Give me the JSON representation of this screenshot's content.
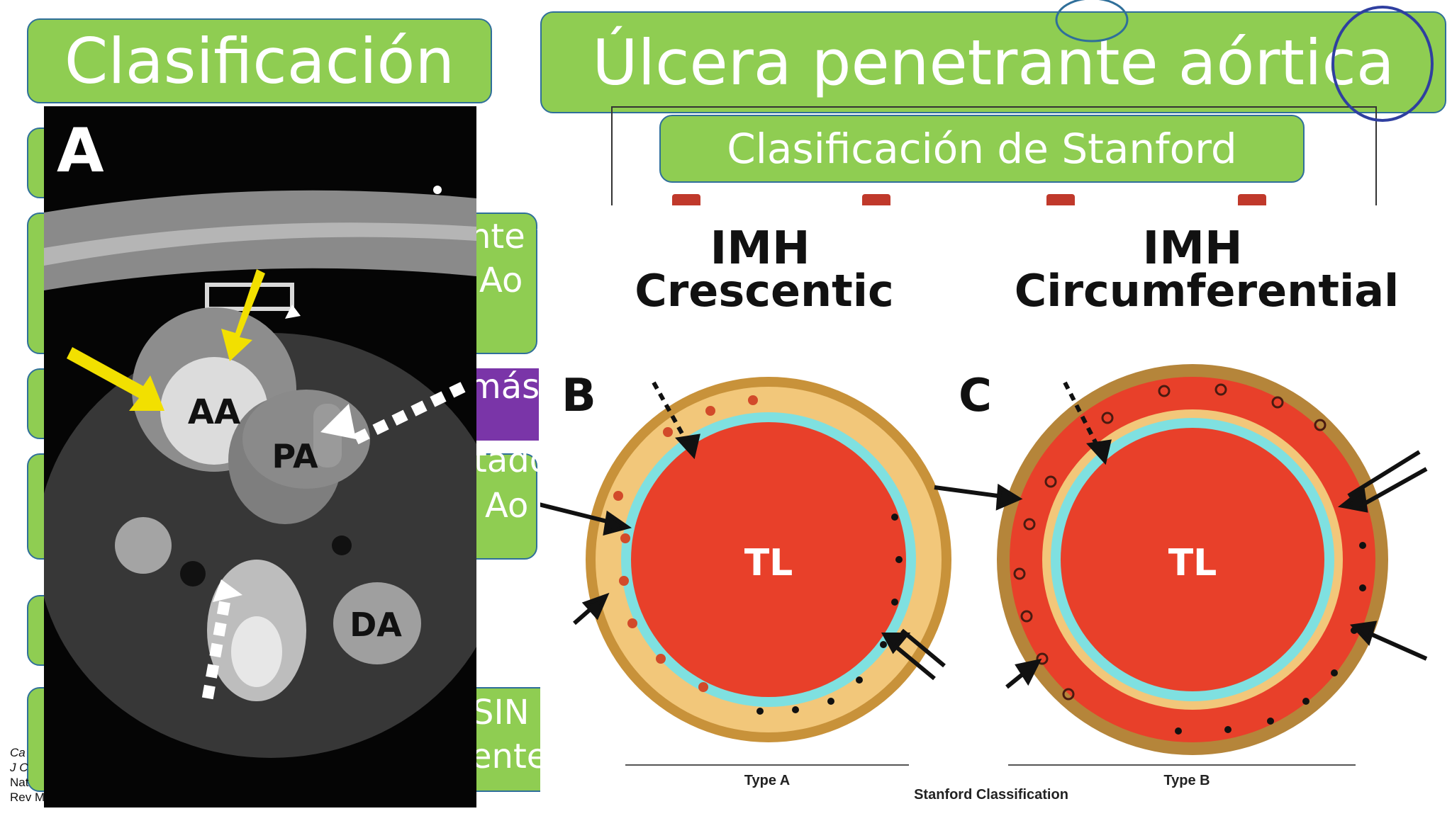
{
  "slide": {
    "title_left": "Clasificación",
    "title_right": "Úlcera penetrante aórtica",
    "subtitle": "Clasificación de Stanford"
  },
  "background_fragments": {
    "f1": "nte y",
    "f2": "Ao",
    "f3": "más",
    "f4": "tado",
    "f5": "Ao",
    "f6": "SIN",
    "f7": "ente"
  },
  "citation_lines": [
    "Ca",
    "J C",
    "Nat",
    "Rev M"
  ],
  "ct_image": {
    "panel_letter": "A",
    "labels": {
      "aa": "AA",
      "pa": "PA",
      "da": "DA"
    }
  },
  "diagram": {
    "left": {
      "title_line1": "IMH",
      "title_line2": "Crescentic",
      "panel_letter": "B",
      "lumen_label": "TL",
      "type_label": "Type A"
    },
    "right": {
      "title_line1": "IMH",
      "title_line2": "Circumferential",
      "panel_letter": "C",
      "lumen_label": "TL",
      "type_label": "Type B"
    },
    "caption": "Stanford Classification"
  },
  "colors": {
    "box_green": "#8fcd52",
    "box_border": "#2f6f9a",
    "purple": "#7a35a8",
    "lumen_red": "#e8402a",
    "ring_cyan": "#7fe0e0",
    "wall_tan": "#f2c77a",
    "outer_brown": "#c8923a"
  }
}
